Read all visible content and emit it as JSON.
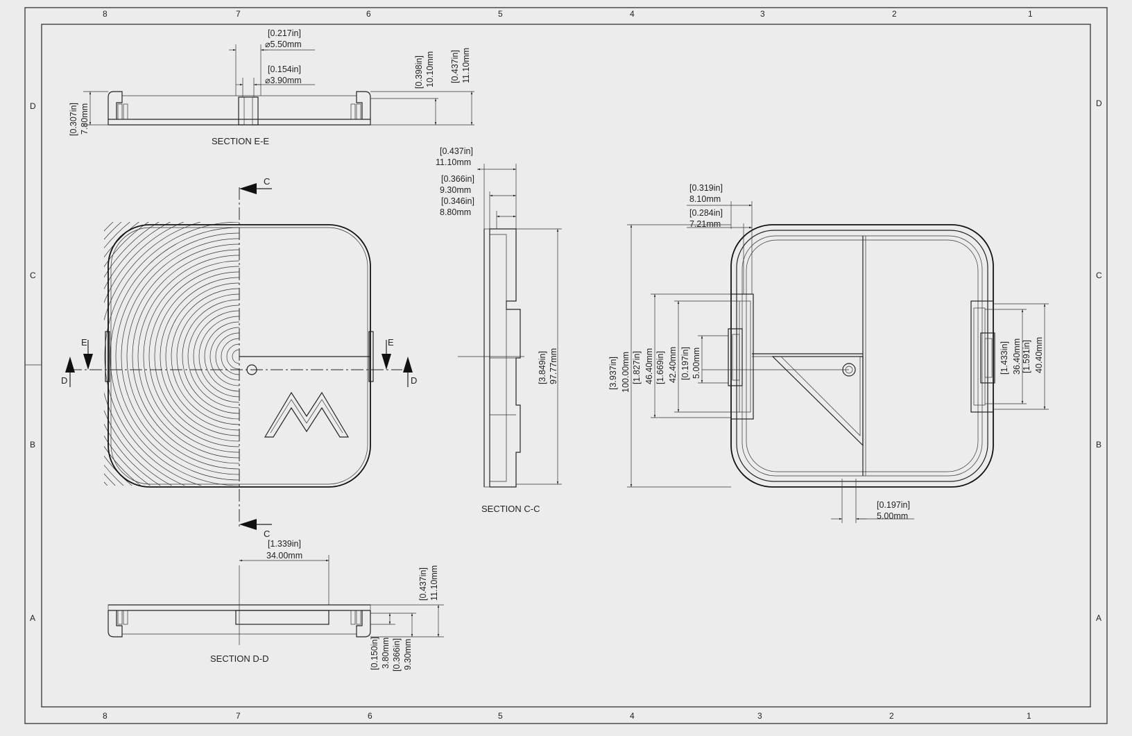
{
  "sheet": {
    "zones_top": [
      "8",
      "7",
      "6",
      "5",
      "4",
      "3",
      "2",
      "1"
    ],
    "zones_bottom": [
      "8",
      "7",
      "6",
      "5",
      "4",
      "3",
      "2",
      "1"
    ],
    "zones_side": [
      "D",
      "C",
      "B",
      "A"
    ]
  },
  "sections": {
    "ee": "SECTION E-E",
    "cc": "SECTION C-C",
    "dd": "SECTION D-D"
  },
  "cutting_planes": {
    "c": "C",
    "d": "D",
    "e": "E"
  },
  "dimensions": {
    "ee_hole_outer": [
      "[0.217in]",
      "⌀5.50mm"
    ],
    "ee_hole_inner": [
      "[0.154in]",
      "⌀3.90mm"
    ],
    "ee_height_left": [
      "[0.307in]",
      "7.80mm"
    ],
    "ee_height_a": [
      "[0.398in]",
      "10.10mm"
    ],
    "ee_height_b": [
      "[0.437in]",
      "11.10mm"
    ],
    "cc_top_a": [
      "[0.437in]",
      "11.10mm"
    ],
    "cc_top_b": [
      "[0.366in]",
      "9.30mm"
    ],
    "cc_top_c": [
      "[0.346in]",
      "8.80mm"
    ],
    "cc_height": [
      "[3.849in]",
      "97.77mm"
    ],
    "dd_width": [
      "[1.339in]",
      "34.00mm"
    ],
    "dd_height": [
      "[0.437in]",
      "11.10mm"
    ],
    "dd_small_a": [
      "[0.150in]",
      "3.80mm"
    ],
    "dd_small_b": [
      "[0.366in]",
      "9.30mm"
    ],
    "right_top_a": [
      "[0.319in]",
      "8.10mm"
    ],
    "right_top_b": [
      "[0.284in]",
      "7.21mm"
    ],
    "right_height": [
      "[3.937in]",
      "100.00mm"
    ],
    "right_h1": [
      "[1.827in]",
      "46.40mm"
    ],
    "right_h2": [
      "[1.669in]",
      "42.40mm"
    ],
    "right_h3": [
      "[0.197in]",
      "5.00mm"
    ],
    "right_r1": [
      "[1.433in]",
      "36.40mm"
    ],
    "right_r2": [
      "[1.591in]",
      "40.40mm"
    ],
    "right_bottom": [
      "[0.197in]",
      "5.00mm"
    ]
  }
}
